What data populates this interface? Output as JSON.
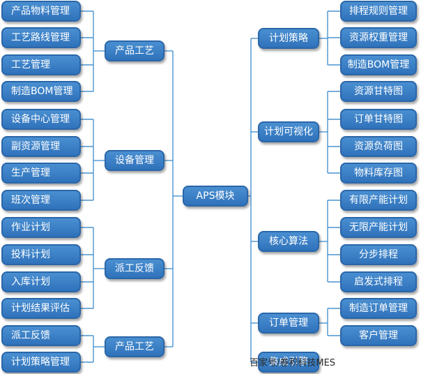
{
  "center": {
    "label": "APS模块"
  },
  "left_groups": [
    {
      "label": "产品工艺",
      "items": [
        "产品物料管理",
        "工艺路线管理",
        "工艺管理",
        "制造BOM管理"
      ]
    },
    {
      "label": "设备管理",
      "items": [
        "设备中心管理",
        "副资源管理",
        "生产管理",
        "班次管理"
      ]
    },
    {
      "label": "派工反馈",
      "items": [
        "作业计划",
        "投料计划",
        "入库计划",
        "计划结果评估"
      ]
    },
    {
      "label": "产品工艺",
      "items": [
        "派工反馈",
        "计划策略管理"
      ]
    }
  ],
  "right_groups": [
    {
      "label": "计划策略",
      "items": [
        "排程规则管理",
        "资源权重管理",
        "制造BOM管理"
      ]
    },
    {
      "label": "计划可视化",
      "items": [
        "资源甘特图",
        "订单甘特图",
        "资源负荷图",
        "物料库存图"
      ]
    },
    {
      "label": "核心算法",
      "items": [
        "有限产能计划",
        "无限产能计划",
        "分步排程",
        "启发式排程"
      ]
    },
    {
      "label": "订单管理",
      "items": [
        "制造订单管理",
        "客户管理"
      ]
    },
    {
      "label": "集成引擎",
      "items": []
    }
  ],
  "watermark": "百家号/卷积科技MES"
}
